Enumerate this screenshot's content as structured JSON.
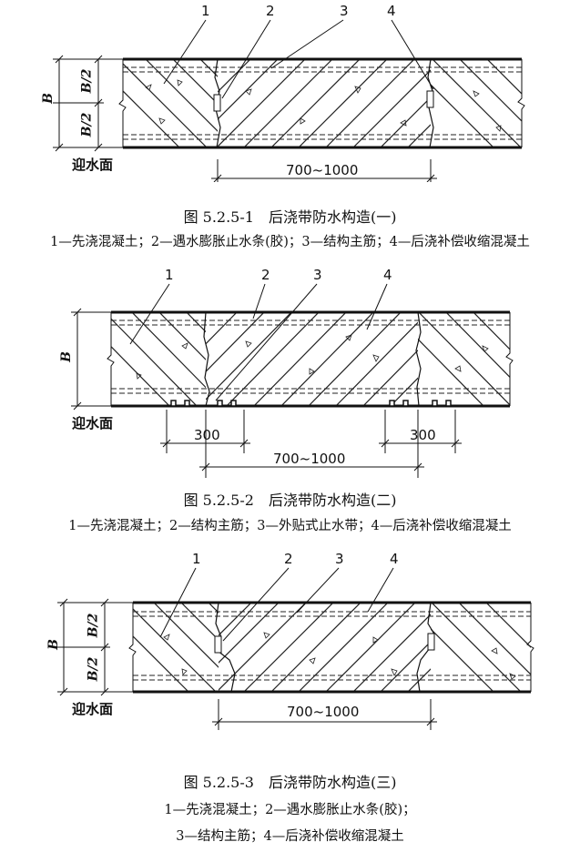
{
  "figures": [
    {
      "callouts": [
        "1",
        "2",
        "3",
        "4"
      ],
      "face_label": "迎水面",
      "dimension_main": "700~1000",
      "dims_small": [],
      "dim_B": "B",
      "dim_half_top": "B/2",
      "dim_half_bottom": "B/2",
      "caption": "图 5.2.5-1　后浇带防水构造(一)",
      "legend": [
        "1—先浇混凝土；2—遇水膨胀止水条(胶)；3—结构主筋；4—后浇补偿收缩混凝土"
      ]
    },
    {
      "callouts": [
        "1",
        "2",
        "3",
        "4"
      ],
      "face_label": "迎水面",
      "dimension_main": "700~1000",
      "dims_small": [
        "300",
        "300"
      ],
      "dim_B": "B",
      "caption": "图 5.2.5-2　后浇带防水构造(二)",
      "legend": [
        "1—先浇混凝土；2—结构主筋；3—外贴式止水带；4—后浇补偿收缩混凝土"
      ]
    },
    {
      "callouts": [
        "1",
        "2",
        "3",
        "4"
      ],
      "face_label": "迎水面",
      "dimension_main": "700~1000",
      "dims_small": [],
      "dim_B": "B",
      "dim_half_top": "B/2",
      "dim_half_bottom": "B/2",
      "caption": "图 5.2.5-3　后浇带防水构造(三)",
      "legend": [
        "1—先浇混凝土；2—遇水膨胀止水条(胶)；",
        "3—结构主筋；4—后浇补偿收缩混凝土"
      ]
    }
  ]
}
